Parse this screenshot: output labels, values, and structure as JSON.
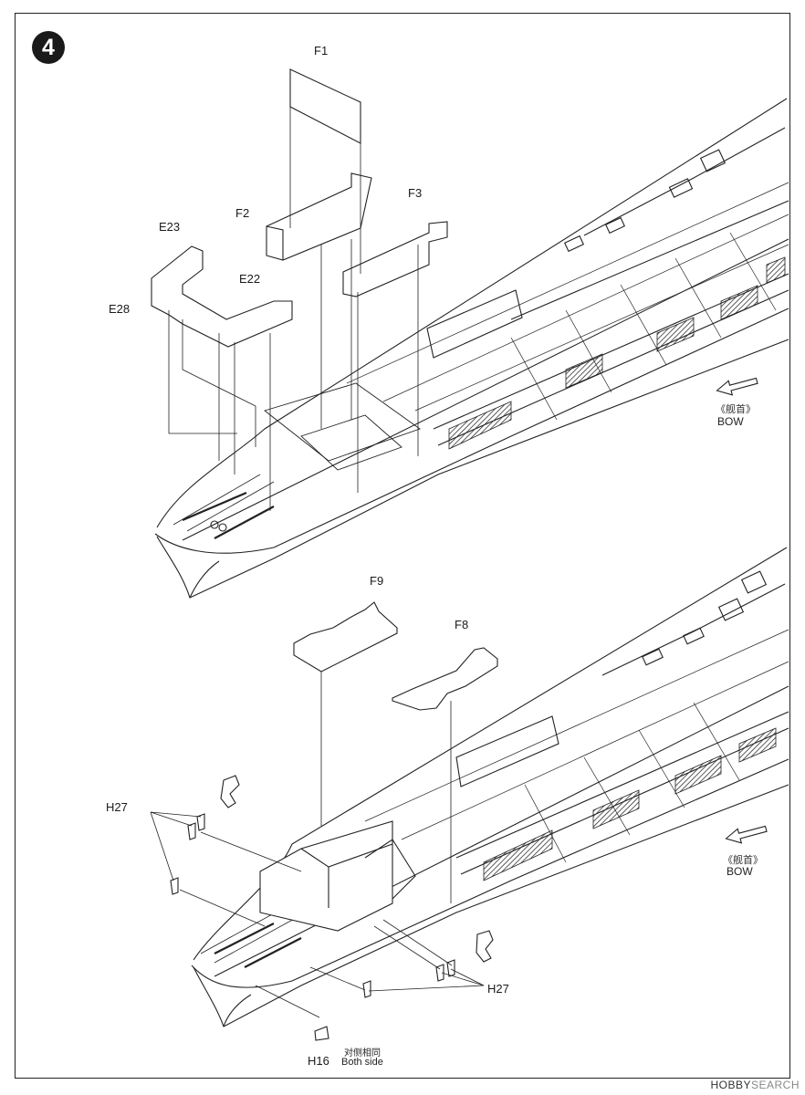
{
  "step": {
    "number": "4"
  },
  "top_assembly": {
    "labels": {
      "f1": "F1",
      "f2": "F2",
      "f3": "F3",
      "e23": "E23",
      "e22": "E22",
      "e28": "E28"
    },
    "bow_cn": "《舰首》",
    "bow_en": "BOW"
  },
  "bottom_assembly": {
    "labels": {
      "f9": "F9",
      "f8": "F8",
      "h27_left": "H27",
      "h27_right": "H27",
      "h16": "H16"
    },
    "both_side_cn": "对侧相同",
    "both_side_en": "Both side",
    "bow_cn": "《舰首》",
    "bow_en": "BOW"
  },
  "watermark": {
    "brand": "HOBBY",
    "suffix": "SEARCH"
  }
}
